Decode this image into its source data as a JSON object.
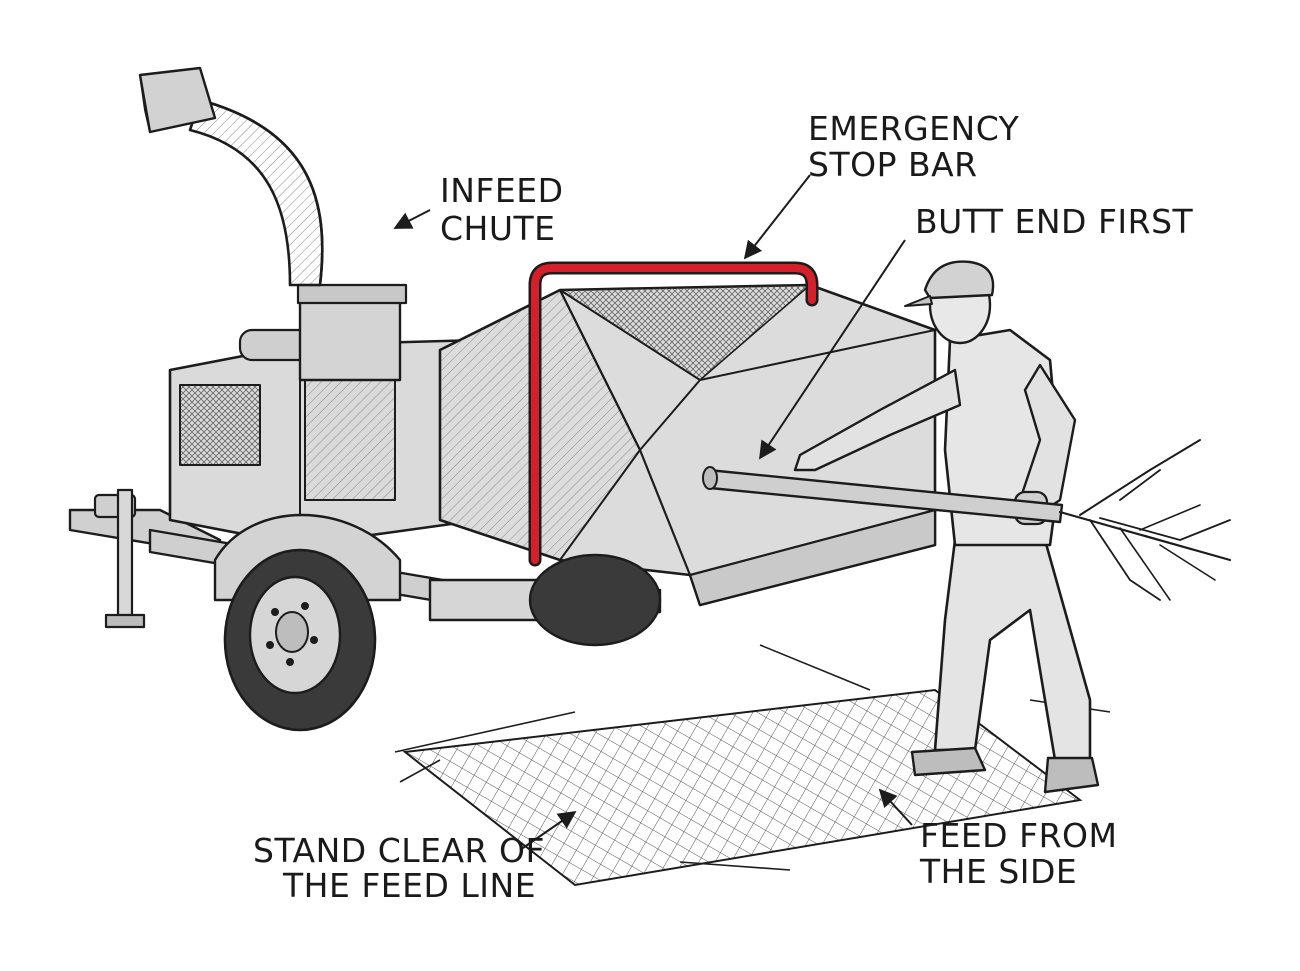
{
  "labels": {
    "infeed_chute": [
      "INFEED",
      "CHUTE"
    ],
    "emergency_stop_bar": [
      "EMERGENCY",
      "STOP BAR"
    ],
    "butt_end_first": [
      "BUTT END FIRST"
    ],
    "stand_clear": [
      "STAND CLEAR OF",
      "THE FEED LINE"
    ],
    "feed_from_side": [
      "FEED FROM",
      "THE SIDE"
    ]
  },
  "colors": {
    "ink": "#1c1c1c",
    "machine_fill": "#d9d9d9",
    "machine_shade": "#bdbdbd",
    "highlight": "#d4202a",
    "tire": "#3a3a3a",
    "person_fill": "#e4e4e4"
  },
  "icons": [
    "wood-chipper",
    "operator",
    "branch",
    "emergency-stop-bar",
    "feed-zone-hatch"
  ]
}
